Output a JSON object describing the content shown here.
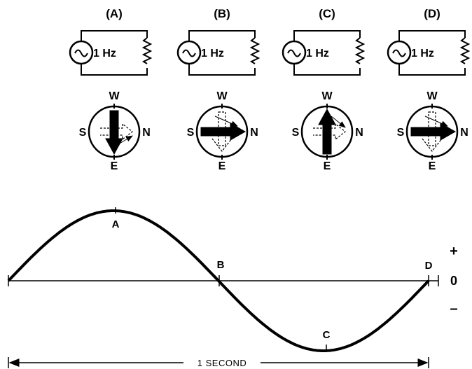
{
  "panels": [
    {
      "label": "(A)",
      "frequency": "1 Hz",
      "compass": {
        "top": "W",
        "left": "S",
        "right": "N",
        "bottom": "E"
      },
      "needle": "down"
    },
    {
      "label": "(B)",
      "frequency": "1 Hz",
      "compass": {
        "top": "W",
        "left": "S",
        "right": "N",
        "bottom": "E"
      },
      "needle": "right"
    },
    {
      "label": "(C)",
      "frequency": "1 Hz",
      "compass": {
        "top": "W",
        "left": "S",
        "right": "N",
        "bottom": "E"
      },
      "needle": "up"
    },
    {
      "label": "(D)",
      "frequency": "1 Hz",
      "compass": {
        "top": "W",
        "left": "S",
        "right": "N",
        "bottom": "E"
      },
      "needle": "right"
    }
  ],
  "waveform": {
    "point_labels": [
      "A",
      "B",
      "C",
      "D"
    ],
    "scale": {
      "plus": "+",
      "zero": "0",
      "minus": "–"
    },
    "period_label": "1 SECOND"
  }
}
